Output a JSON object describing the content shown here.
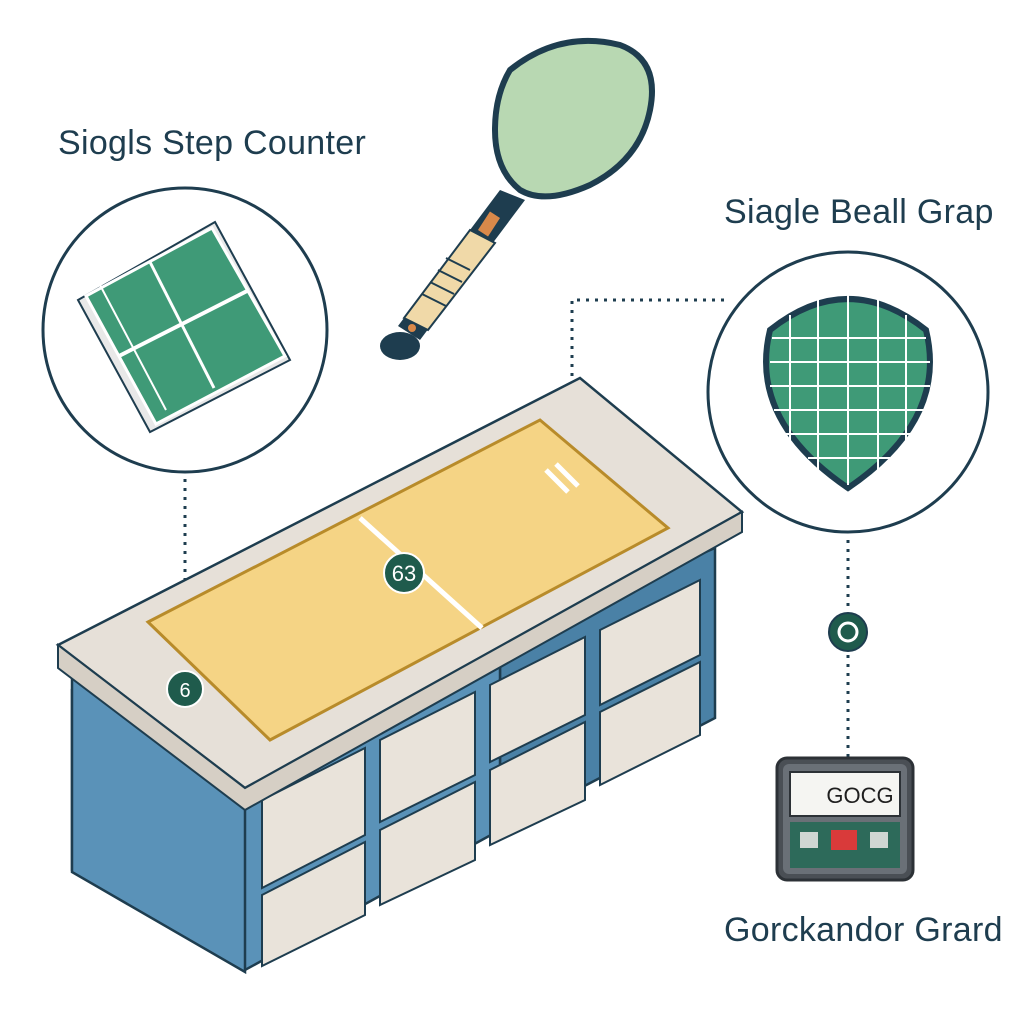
{
  "labels": {
    "left": "Siogls Step Counter",
    "right": "Siagle Beall Grap",
    "bottom": "Gorckandor Grard"
  },
  "markers": {
    "center": "63",
    "left": "6"
  },
  "device": {
    "display": "GOCG"
  },
  "colors": {
    "ink": "#1e3d4f",
    "court_green": "#3f9a77",
    "paddle_face": "#b8d8b2",
    "mat_yellow": "#f5d485",
    "shelf_blue": "#4f87ac",
    "counter_top": "#e6e0d8",
    "marker_fill": "#1f5b4c",
    "device_red": "#d93a3a"
  }
}
